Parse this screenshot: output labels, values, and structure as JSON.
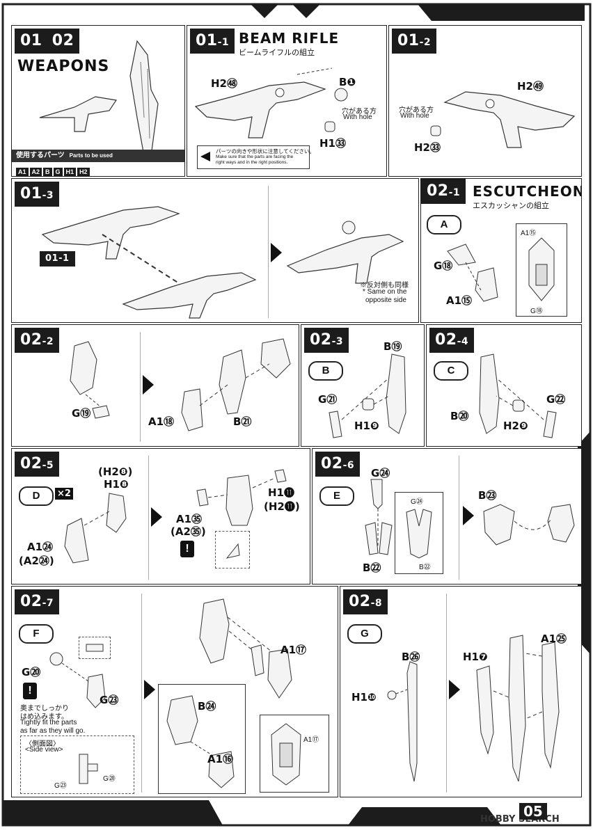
{
  "page_number": "05",
  "watermark": "HOBBY SEARCH",
  "weapons": {
    "step": "01 02",
    "title": "WEAPONS",
    "parts_label_jp": "使用するパーツ",
    "parts_label_en": "Parts to be used",
    "parts": [
      "A1",
      "A2",
      "B",
      "G",
      "H1",
      "H2"
    ]
  },
  "s01_1": {
    "step": "01",
    "sub": "-1",
    "title": "BEAM RIFLE",
    "title_jp": "ビームライフルの組立",
    "labels": {
      "h2": "H2㊽",
      "b": "B❶",
      "h1": "H1㉝",
      "hole_jp": "穴がある方",
      "hole_en": "With hole"
    },
    "note_jp": "パーツの向きや形状に注意してください。",
    "note_en1": "Make sure that the parts are facing the",
    "note_en2": "right ways and in the right positions."
  },
  "s01_2": {
    "step": "01",
    "sub": "-2",
    "labels": {
      "h2a": "H2㊾",
      "hole_jp": "穴がある方",
      "hole_en": "With hole",
      "h2b": "H2㉝"
    }
  },
  "s01_3": {
    "step": "01",
    "sub": "-3",
    "ref": "01-1",
    "note_jp": "※反対側も同様",
    "note_en1": "* Same on the",
    "note_en2": "opposite side"
  },
  "s02_1": {
    "step": "02",
    "sub": "-1",
    "title": "ESCUTCHEON",
    "title_jp": "エスカッシャンの組立",
    "marker": "A",
    "labels": {
      "g": "G⑱",
      "a1": "A1⑮",
      "a1b": "A1⑮",
      "gb": "G⑱"
    }
  },
  "s02_2": {
    "step": "02",
    "sub": "-2",
    "labels": {
      "g": "G⑲",
      "a1": "A1⑱",
      "b": "B㉑"
    }
  },
  "s02_3": {
    "step": "02",
    "sub": "-3",
    "marker": "B",
    "labels": {
      "b": "B⑲",
      "g": "G㉑",
      "h1": "H1❾"
    }
  },
  "s02_4": {
    "step": "02",
    "sub": "-4",
    "marker": "C",
    "labels": {
      "g": "G㉒",
      "b": "B⑳",
      "h2": "H2❾"
    }
  },
  "s02_5": {
    "step": "02",
    "sub": "-5",
    "marker": "D",
    "mult": "×2",
    "labels": {
      "h2": "(H2❽)",
      "h1": "H1❽",
      "a1": "A1㉔",
      "a2": "(A2㉔)",
      "a1b": "A1㉟",
      "a2b": "(A2㉟)",
      "h1b": "H1⓫",
      "h2b": "(H2⓫)"
    }
  },
  "s02_6": {
    "step": "02",
    "sub": "-6",
    "marker": "E",
    "labels": {
      "g": "G㉔",
      "b": "B㉒",
      "gb": "G㉔",
      "bb": "B㉒",
      "b23": "B㉓"
    }
  },
  "s02_7": {
    "step": "02",
    "sub": "-7",
    "marker": "F",
    "labels": {
      "g": "G⑳",
      "g23": "G㉓",
      "b24": "B㉔",
      "a1a": "A1⑰",
      "a1b": "A1⑯",
      "a1c": "A1⑰"
    },
    "note_jp1": "奥までしっかり",
    "note_jp2": "はめ込みます。",
    "note_en1": "Tightly fit the parts",
    "note_en2": "as far as they will go.",
    "side_jp": "〈側面図〉",
    "side_en": "<Side view>",
    "side_g23": "G㉓",
    "side_g20": "G⑳"
  },
  "s02_8": {
    "step": "02",
    "sub": "-8",
    "marker": "G",
    "labels": {
      "b": "B㉖",
      "h1": "H1❿",
      "h1b": "H1❼",
      "a1": "A1㉕"
    }
  }
}
